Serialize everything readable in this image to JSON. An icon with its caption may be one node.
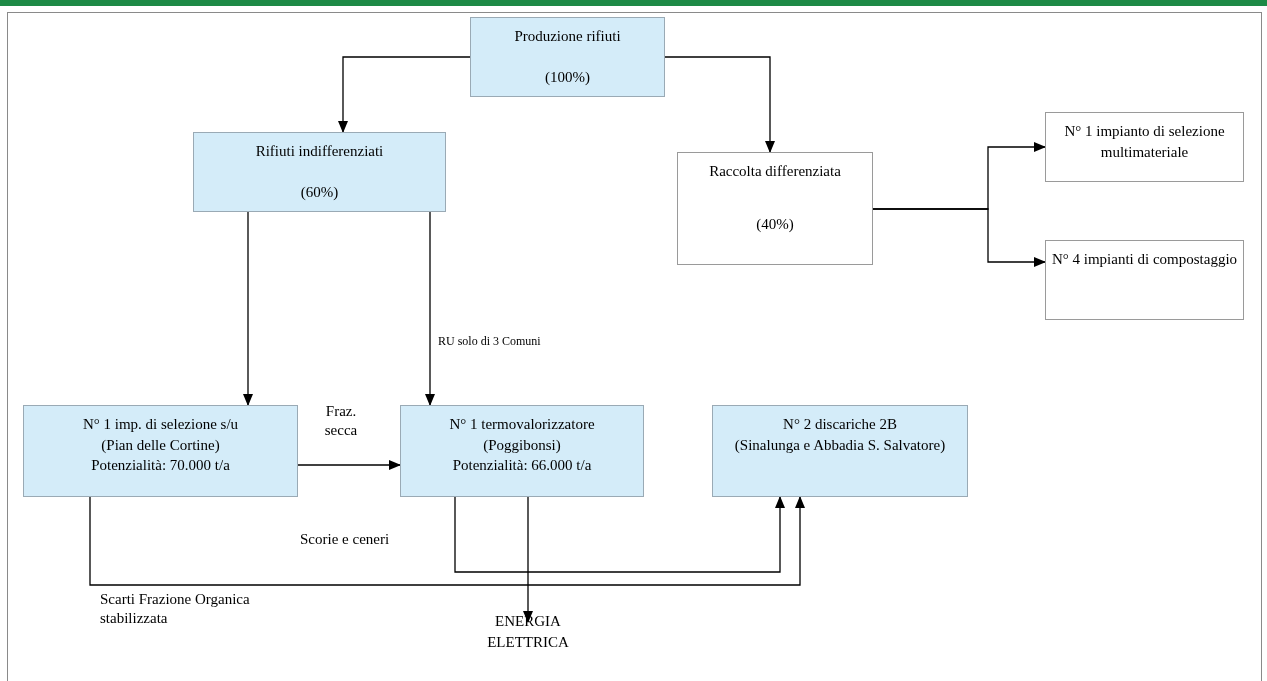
{
  "diagram": {
    "nodes": [
      {
        "text": [
          "Produzione rifiuti",
          "(100%)"
        ]
      },
      {
        "text": [
          "Rifiuti indifferenziati",
          "(60%)"
        ]
      },
      {
        "text": [
          "Raccolta differenziata",
          "(40%)"
        ]
      },
      {
        "text": [
          "N° 1 impianto di selezione multimateriale"
        ]
      },
      {
        "text": [
          "N° 4 impianti di compostaggio"
        ]
      },
      {
        "text": [
          "N° 1 imp. di selezione s/u",
          "(Pian delle Cortine)",
          "Potenzialità: 70.000 t/a"
        ]
      },
      {
        "text": [
          "N° 1 termovalorizzatore",
          "(Poggibonsi)",
          "Potenzialità: 66.000 t/a"
        ]
      },
      {
        "text": [
          "N° 2 discariche 2B",
          "(Sinalunga e Abbadia S. Salvatore)"
        ]
      },
      {
        "text": [
          "ENERGIA ELETTRICA"
        ]
      }
    ],
    "edges": [
      {
        "from": 0,
        "to": 1,
        "arrow": "to"
      },
      {
        "from": 0,
        "to": 2,
        "arrow": "to"
      },
      {
        "from": 2,
        "to": 3,
        "arrow": "to"
      },
      {
        "from": 2,
        "to": 4,
        "arrow": "to"
      },
      {
        "from": 1,
        "to": 5,
        "arrow": "to"
      },
      {
        "from": 1,
        "to": 6,
        "arrow": "to",
        "label": "RU solo di 3 Comuni"
      },
      {
        "from": 5,
        "to": 6,
        "arrow": "to",
        "label": "Fraz. secca"
      },
      {
        "from": 6,
        "to": 7,
        "arrow": "to",
        "label": "Scorie e ceneri"
      },
      {
        "from": 6,
        "to": 8,
        "arrow": "to"
      },
      {
        "from": 5,
        "to": 7,
        "arrow": "to",
        "label": "Scarti Frazione Organica stabilizzata"
      }
    ]
  }
}
